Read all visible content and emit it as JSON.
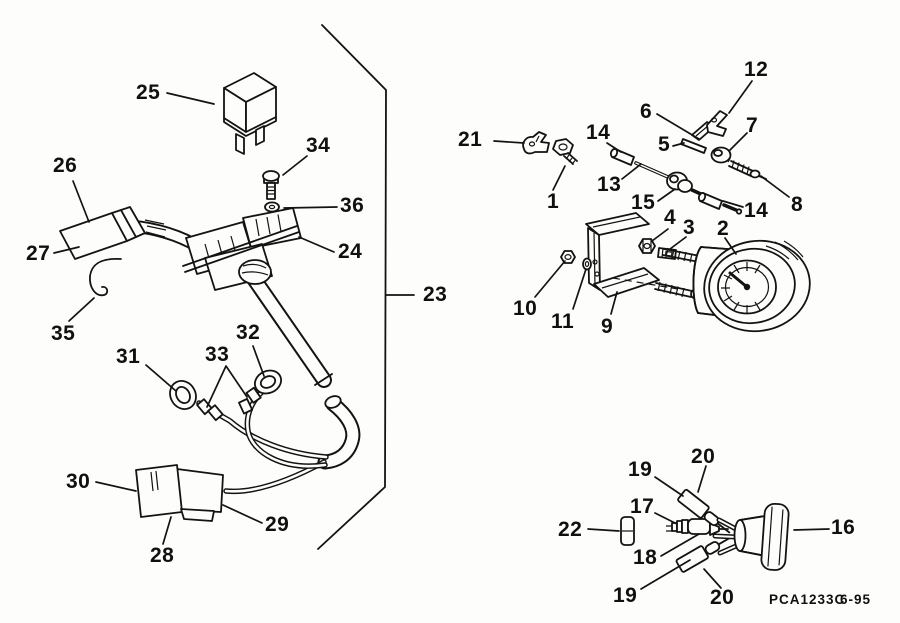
{
  "diagram": {
    "type": "exploded-parts-diagram",
    "colors": {
      "line": "#131313",
      "background": "#fdfdfb"
    },
    "callouts": [
      "25",
      "34",
      "36",
      "26",
      "27",
      "24",
      "23",
      "35",
      "31",
      "33",
      "32",
      "30",
      "28",
      "29",
      "21",
      "1",
      "14",
      "13",
      "6",
      "12",
      "5",
      "7",
      "15",
      "14",
      "8",
      "4",
      "3",
      "2",
      "10",
      "11",
      "9",
      "19",
      "20",
      "17",
      "22",
      "18",
      "16",
      "19",
      "20"
    ],
    "footer": {
      "code": "PCA1233C",
      "revision": "6-95"
    }
  }
}
